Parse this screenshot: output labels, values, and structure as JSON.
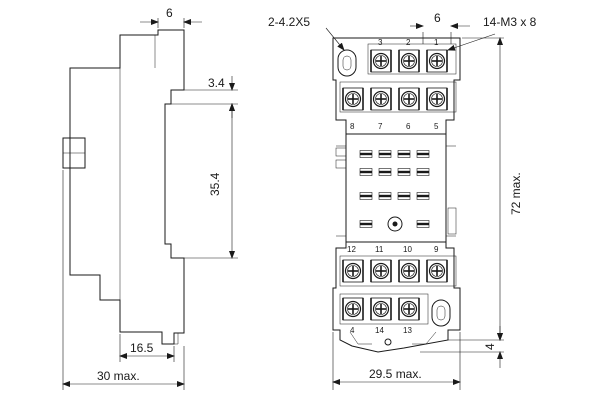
{
  "side_view": {
    "dims": {
      "top_width": "6",
      "step": "3.4",
      "height": "35.4",
      "bottom_offset": "16.5",
      "total_width": "30 max."
    }
  },
  "front_view": {
    "dims": {
      "mount_holes": "2-4.2X5",
      "pitch": "6",
      "screws": "14-M3 x 8",
      "height": "72 max.",
      "bottom": "4",
      "width": "29.5 max."
    },
    "top_row_labels": [
      "3",
      "2",
      "1"
    ],
    "upper_row2_labels": [
      "8",
      "7",
      "6",
      "5"
    ],
    "lower_row1_labels": [
      "12",
      "11",
      "10",
      "9"
    ],
    "bottom_row_labels": [
      "4",
      "14",
      "13"
    ]
  }
}
